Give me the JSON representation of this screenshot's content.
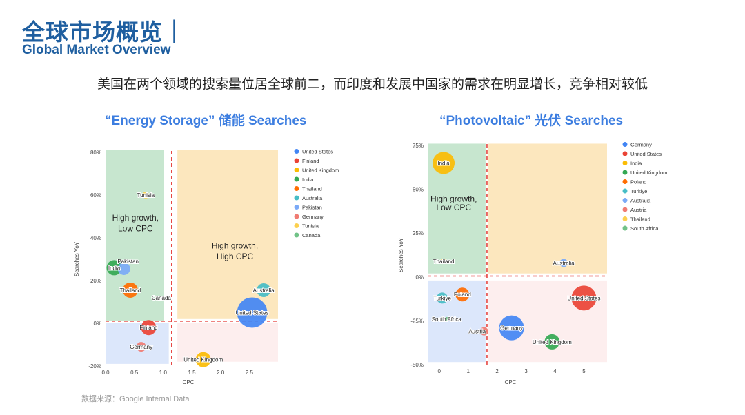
{
  "header": {
    "title_cn": "全球市场概览｜",
    "title_en": "Global Market Overview",
    "subtitle": "美国在两个领域的搜索量位居全球前二，而印度和发展中国家的需求在明显增长，竞争相对较低"
  },
  "source": "数据来源：Google Internal Data",
  "colors": {
    "title": "#1f5fa0",
    "chart_title": "#3d7ee0",
    "quad_green": "#c7e6cf",
    "quad_yellow": "#fce7be",
    "quad_blue": "#dce7fb",
    "quad_pink": "#fdeeee",
    "divider": "#e53935"
  },
  "chart_data": [
    {
      "type": "scatter",
      "title": "“Energy Storage” 储能 Searches",
      "xlabel": "CPC",
      "ylabel": "Searches YoY",
      "xlim": [
        0,
        3
      ],
      "ylim": [
        -20,
        80
      ],
      "x_ticks": [
        "0.0",
        "0.5",
        "1.0",
        "1.5",
        "2.0",
        "2.5"
      ],
      "y_ticks": [
        "-20%",
        "0%",
        "20%",
        "40%",
        "60%",
        "80%"
      ],
      "x_tick_values": [
        0,
        0.5,
        1.0,
        1.5,
        2.0,
        2.5
      ],
      "y_tick_values": [
        -20,
        0,
        20,
        40,
        60,
        80
      ],
      "divider_x": 1.15,
      "divider_y": 1,
      "quadrants": {
        "top_left": [
          0,
          1.02,
          1.2,
          81
        ],
        "top_right": [
          1.25,
          3.0,
          2,
          81
        ],
        "bottom_left": [
          0,
          1.1,
          -19,
          0
        ],
        "bottom_right": [
          1.25,
          3.0,
          -18,
          0
        ]
      },
      "annotations": [
        {
          "text": "High growth,",
          "x": 0.52,
          "y": 48
        },
        {
          "text": "Low CPC",
          "x": 0.52,
          "y": 43
        },
        {
          "text": "High growth,",
          "x": 2.25,
          "y": 35
        },
        {
          "text": "High CPC",
          "x": 2.25,
          "y": 30
        }
      ],
      "legend": "right",
      "series": [
        {
          "name": "United States",
          "x": 2.55,
          "y": 5,
          "size": 22,
          "color": "#4285f4",
          "label_dx": 0,
          "label_dy": 0
        },
        {
          "name": "Finland",
          "x": 0.75,
          "y": -2,
          "size": 11,
          "color": "#ea4335",
          "label_dx": 0,
          "label_dy": 0
        },
        {
          "name": "United Kingdom",
          "x": 1.7,
          "y": -17,
          "size": 11,
          "color": "#fbbc04",
          "label_dx": 0,
          "label_dy": 0
        },
        {
          "name": "India",
          "x": 0.15,
          "y": 26,
          "size": 11,
          "color": "#34a853",
          "label_dx": 0,
          "label_dy": 0
        },
        {
          "name": "Thailand",
          "x": 0.43,
          "y": 15.5,
          "size": 11,
          "color": "#ff6d01",
          "label_dx": 0,
          "label_dy": 0
        },
        {
          "name": "Australia",
          "x": 2.75,
          "y": 15.5,
          "size": 10,
          "color": "#46bdc6",
          "label_dx": 0,
          "label_dy": 0
        },
        {
          "name": "Pakistan",
          "x": 0.32,
          "y": 25.5,
          "size": 9,
          "color": "#7baaf7",
          "label_dx": 6,
          "label_dy": -11
        },
        {
          "name": "Germany",
          "x": 0.62,
          "y": -11,
          "size": 7,
          "color": "#f07b72",
          "label_dx": 0,
          "label_dy": 0
        },
        {
          "name": "Tunisia",
          "x": 0.7,
          "y": 60,
          "size": 5,
          "color": "#fcd04f",
          "label_dx": 0,
          "label_dy": 0
        },
        {
          "name": "Canada",
          "x": 0.97,
          "y": 12,
          "size": 2,
          "color": "#71c287",
          "label_dx": 0,
          "label_dy": 0
        }
      ]
    },
    {
      "type": "scatter",
      "title": "“Photovoltaic” 光伏 Searches",
      "xlabel": "CPC",
      "ylabel": "Searches YoY",
      "xlim": [
        -0.4,
        5.8
      ],
      "ylim": [
        -50,
        75
      ],
      "x_ticks": [
        "0",
        "1",
        "2",
        "3",
        "4",
        "5"
      ],
      "y_ticks": [
        "-50%",
        "-25%",
        "0%",
        "25%",
        "50%",
        "75%"
      ],
      "x_tick_values": [
        0,
        1,
        2,
        3,
        4,
        5
      ],
      "y_tick_values": [
        -50,
        -25,
        0,
        25,
        50,
        75
      ],
      "divider_x": 1.65,
      "divider_y": 0.5,
      "quadrants": {
        "top_left": [
          -0.4,
          1.6,
          2,
          76
        ],
        "top_right": [
          1.7,
          5.8,
          2,
          76
        ],
        "bottom_left": [
          -0.4,
          1.6,
          -48.5,
          -2
        ],
        "bottom_right": [
          1.7,
          5.8,
          -48.5,
          -2
        ]
      },
      "annotations": [
        {
          "text": "High growth,",
          "x": 0.5,
          "y": 43
        },
        {
          "text": "Low CPC",
          "x": 0.5,
          "y": 38
        }
      ],
      "legend": "right",
      "series": [
        {
          "name": "Germany",
          "x": 2.5,
          "y": -29,
          "size": 18,
          "color": "#4285f4",
          "label_dx": 0,
          "label_dy": 0
        },
        {
          "name": "United States",
          "x": 5.0,
          "y": -12,
          "size": 18,
          "color": "#ea4335",
          "label_dx": 0,
          "label_dy": 0
        },
        {
          "name": "India",
          "x": 0.15,
          "y": 65,
          "size": 16,
          "color": "#fbbc04",
          "label_dx": 0,
          "label_dy": 0
        },
        {
          "name": "United Kingdom",
          "x": 3.9,
          "y": -37,
          "size": 11,
          "color": "#34a853",
          "label_dx": 0,
          "label_dy": 0
        },
        {
          "name": "Poland",
          "x": 0.8,
          "y": -10,
          "size": 10,
          "color": "#ff6d01",
          "label_dx": 0,
          "label_dy": 0
        },
        {
          "name": "Turkiye",
          "x": 0.1,
          "y": -12,
          "size": 8,
          "color": "#46bdc6",
          "label_dx": 0,
          "label_dy": 0
        },
        {
          "name": "Australia",
          "x": 4.3,
          "y": 8,
          "size": 6,
          "color": "#7baaf7",
          "label_dx": 0,
          "label_dy": 0
        },
        {
          "name": "Austria",
          "x": 1.55,
          "y": -31,
          "size": 6,
          "color": "#f07b72",
          "label_dx": -10,
          "label_dy": 0
        },
        {
          "name": "Thailand",
          "x": 0.15,
          "y": 9,
          "size": 4,
          "color": "#fcd04f",
          "label_dx": 0,
          "label_dy": 0
        },
        {
          "name": "South Africa",
          "x": 0.25,
          "y": -24,
          "size": 3,
          "color": "#71c287",
          "label_dx": 0,
          "label_dy": 0
        }
      ]
    }
  ]
}
